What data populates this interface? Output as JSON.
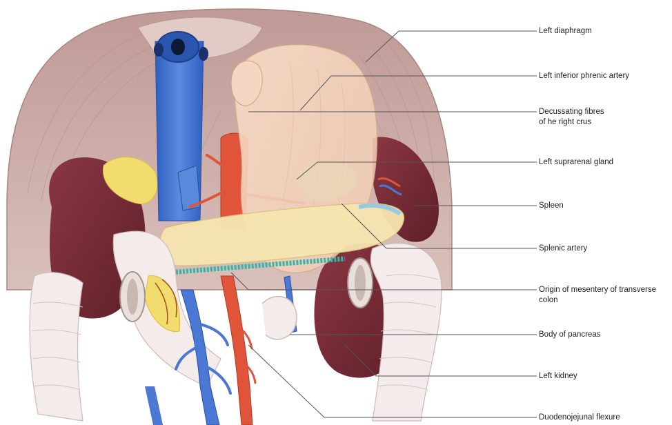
{
  "labels": {
    "left_diaphragm": "Left diaphragm",
    "left_inferior_phrenic_artery": "Left inferior phrenic artery",
    "decussating_fibres_line1": "Decussating fibres",
    "decussating_fibres_line2": "of he right crus",
    "left_suprarenal_gland": "Left suprarenal gland",
    "spleen": "Spleen",
    "splenic_artery": "Splenic artery",
    "mesentery_line1": "Origin of mesentery of transverse",
    "mesentery_line2": "colon",
    "body_of_pancreas": "Body of pancreas",
    "left_kidney": "Left kidney",
    "duodenojejunal_flexure": "Duodenojejunal flexure"
  },
  "colors": {
    "diaphragm": "#c9a7a2",
    "kidney": "#7d2f38",
    "vein": "#4a78d4",
    "artery": "#e0553a",
    "pancreas": "#f6e6b0",
    "adrenal": "#f2dc6e",
    "mesentery_line": "#35b5a8",
    "bowel": "#f4ecea",
    "leader_line": "#555555"
  }
}
